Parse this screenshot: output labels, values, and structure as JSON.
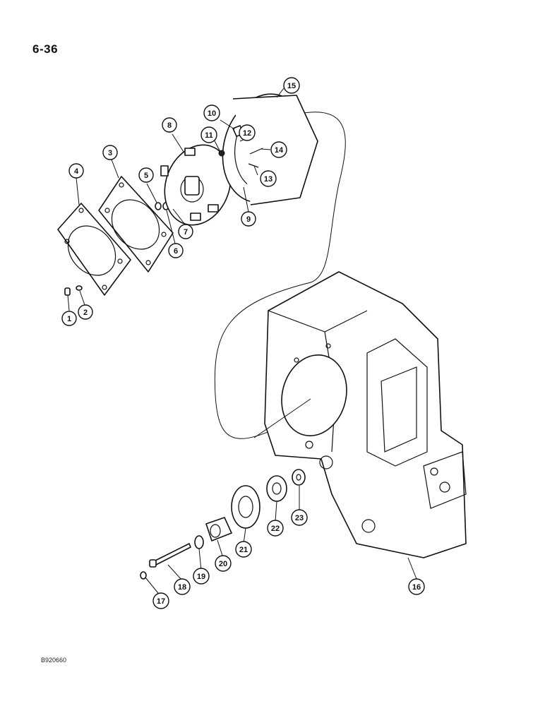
{
  "page": {
    "number": "6-36",
    "figure_code": "B920660"
  },
  "callouts": [
    {
      "label": "1"
    },
    {
      "label": "2"
    },
    {
      "label": "3"
    },
    {
      "label": "4"
    },
    {
      "label": "5"
    },
    {
      "label": "6"
    },
    {
      "label": "7"
    },
    {
      "label": "8"
    },
    {
      "label": "9"
    },
    {
      "label": "10"
    },
    {
      "label": "11"
    },
    {
      "label": "12"
    },
    {
      "label": "13"
    },
    {
      "label": "14"
    },
    {
      "label": "15"
    },
    {
      "label": "16"
    },
    {
      "label": "17"
    },
    {
      "label": "18"
    },
    {
      "label": "19"
    },
    {
      "label": "20"
    },
    {
      "label": "21"
    },
    {
      "label": "22"
    },
    {
      "label": "23"
    }
  ]
}
